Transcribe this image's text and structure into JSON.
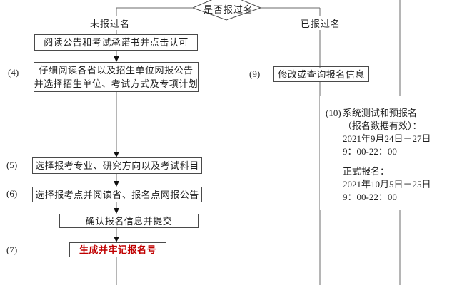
{
  "palette": {
    "background": "#ffffff",
    "line": "#6b6b6b",
    "box_border": "#4a4a4a",
    "text": "#1f1f1f",
    "highlight_red": "#c00000"
  },
  "decision": {
    "label": "是否报过名"
  },
  "branches": {
    "left_label": "未报过名",
    "right_label": "已报过名"
  },
  "flow_left": {
    "boxes": [
      {
        "step": "",
        "lines": [
          "阅读公告和考试承诺书并点击认可"
        ]
      },
      {
        "step": "(4)",
        "lines": [
          "仔细阅读各省以及招生单位网报公告",
          "并选择招生单位、考试方式及专项计划"
        ]
      },
      {
        "step": "(5)",
        "lines": [
          "选择报考专业、研究方向以及考试科目"
        ]
      },
      {
        "step": "(6)",
        "lines": [
          "选择报考点并阅读省、报名点网报公告"
        ]
      },
      {
        "step": "",
        "lines": [
          "确认报名信息并提交"
        ]
      },
      {
        "step": "(7)",
        "lines": [
          "生成并牢记报名号"
        ]
      }
    ]
  },
  "flow_right": {
    "box9": {
      "step": "(9)",
      "label": "修改或查询报名信息"
    },
    "note": {
      "step": "(10)",
      "lines": [
        "系统测试和预报名",
        "（报名数据有效）：",
        "2021年9月24日－27日",
        "9：00-22：00",
        "正式报名：",
        "2021年10月5日－25日",
        "9：00-22：00"
      ]
    }
  }
}
